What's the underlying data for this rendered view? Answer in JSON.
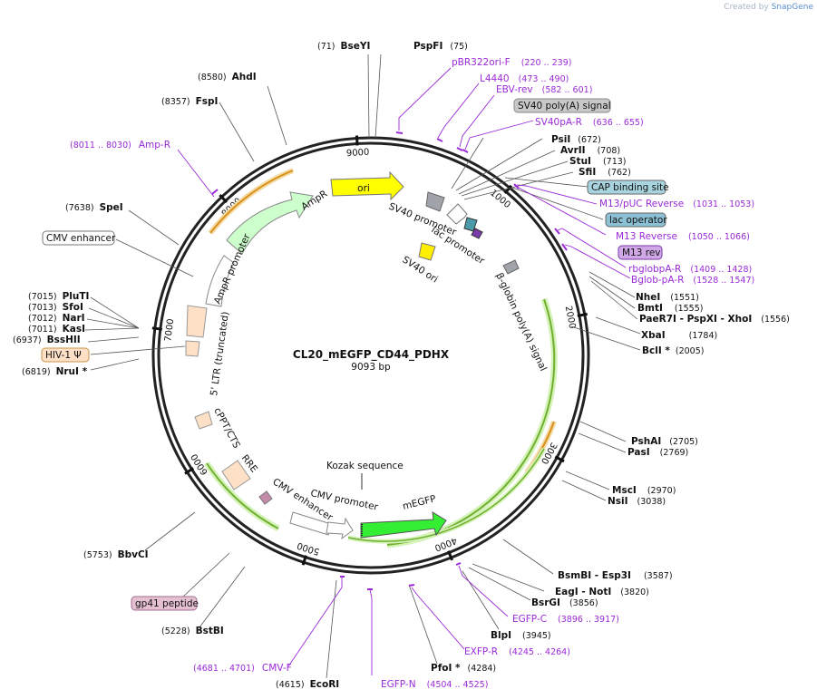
{
  "credit": {
    "prefix": "Created by",
    "brand": "SnapGene"
  },
  "plasmid": {
    "name": "CL20_mEGFP_CD44_PDHX",
    "length": "9093 bp"
  },
  "ruler": [
    "1000",
    "2000",
    "3000",
    "4000",
    "5000",
    "6000",
    "7000",
    "8000",
    "9000"
  ],
  "sites": [
    {
      "name": "BseYI",
      "pos": "(71)"
    },
    {
      "name": "PspFI",
      "pos": "(75)"
    },
    {
      "name": "AhdI",
      "pos": "(8580)"
    },
    {
      "name": "FspI",
      "pos": "(8357)"
    },
    {
      "name": "SpeI",
      "pos": "(7638)"
    },
    {
      "name": "PluTI",
      "pos": "(7015)"
    },
    {
      "name": "SfoI",
      "pos": "(7013)"
    },
    {
      "name": "NarI",
      "pos": "(7012)"
    },
    {
      "name": "KasI",
      "pos": "(7011)"
    },
    {
      "name": "BssHII",
      "pos": "(6937)"
    },
    {
      "name": "NruI *",
      "pos": "(6819)"
    },
    {
      "name": "PsiI",
      "pos": "(672)"
    },
    {
      "name": "AvrII",
      "pos": "(708)"
    },
    {
      "name": "StuI",
      "pos": "(713)"
    },
    {
      "name": "SfiI",
      "pos": "(762)"
    },
    {
      "name": "NheI",
      "pos": "(1551)"
    },
    {
      "name": "BmtI",
      "pos": "(1555)"
    },
    {
      "name": "PaeR7I - PspXI - XhoI",
      "pos": "(1556)"
    },
    {
      "name": "XbaI",
      "pos": "(1784)"
    },
    {
      "name": "BclI *",
      "pos": "(2005)"
    },
    {
      "name": "PshAI",
      "pos": "(2705)"
    },
    {
      "name": "PasI",
      "pos": "(2769)"
    },
    {
      "name": "MscI",
      "pos": "(2970)"
    },
    {
      "name": "NsiI",
      "pos": "(3038)"
    },
    {
      "name": "BsmBI - Esp3I",
      "pos": "(3587)"
    },
    {
      "name": "EagI - NotI",
      "pos": "(3820)"
    },
    {
      "name": "BsrGI",
      "pos": "(3856)"
    },
    {
      "name": "BlpI",
      "pos": "(3945)"
    },
    {
      "name": "PfoI *",
      "pos": "(4284)"
    },
    {
      "name": "EcoRI",
      "pos": "(4615)"
    },
    {
      "name": "BstBI",
      "pos": "(5228)"
    },
    {
      "name": "BbvCI",
      "pos": "(5753)"
    }
  ],
  "primers": [
    {
      "name": "pBR322ori-F",
      "pos": "(220 .. 239)"
    },
    {
      "name": "L4440",
      "pos": "(473 .. 490)"
    },
    {
      "name": "EBV-rev",
      "pos": "(582 .. 601)"
    },
    {
      "name": "SV40pA-R",
      "pos": "(636 .. 655)"
    },
    {
      "name": "M13/pUC Reverse",
      "pos": "(1031 .. 1053)"
    },
    {
      "name": "M13 Reverse",
      "pos": "(1050 .. 1066)"
    },
    {
      "name": "rbglobpA-R",
      "pos": "(1409 .. 1428)"
    },
    {
      "name": "Bglob-pA-R",
      "pos": "(1528 .. 1547)"
    },
    {
      "name": "Amp-R",
      "pos": "(8011 .. 8030)"
    },
    {
      "name": "EGFP-C",
      "pos": "(3896 .. 3917)"
    },
    {
      "name": "EXFP-R",
      "pos": "(4245 .. 4264)"
    },
    {
      "name": "EGFP-N",
      "pos": "(4504 .. 4525)"
    },
    {
      "name": "CMV-F",
      "pos": "(4681 .. 4701)"
    }
  ],
  "boxed": {
    "sv40_polya": "SV40 poly(A) signal",
    "cap": "CAP binding site",
    "lac_operator": "lac operator",
    "m13_rev": "M13 rev",
    "cmv_enhancer": "CMV enhancer",
    "hiv": "HIV-1 Ψ",
    "gp41": "gp41 peptide"
  },
  "features": {
    "ori": "ori",
    "ampr": "AmpR",
    "ampr_promoter": "AmpR promoter",
    "sv40_promoter": "SV40 promoter",
    "lac_promoter": "lac promoter",
    "sv40_ori": "SV40 ori",
    "bglobin": "β-globin poly(A) signal",
    "ltr": "5' LTR (truncated)",
    "cppt": "cPPT/CTS",
    "rre": "RRE",
    "cmv_enhancer": "CMV enhancer",
    "cmv_promoter": "CMV promoter",
    "kozak": "Kozak sequence",
    "megfp": "mEGFP"
  },
  "colors": {
    "primer": "#9a2ad8",
    "ori": "#ffff00",
    "egfp": "#33ee33",
    "ampr": "#ccffcc",
    "orange": "#e89a2a",
    "green": "#7ac943"
  }
}
